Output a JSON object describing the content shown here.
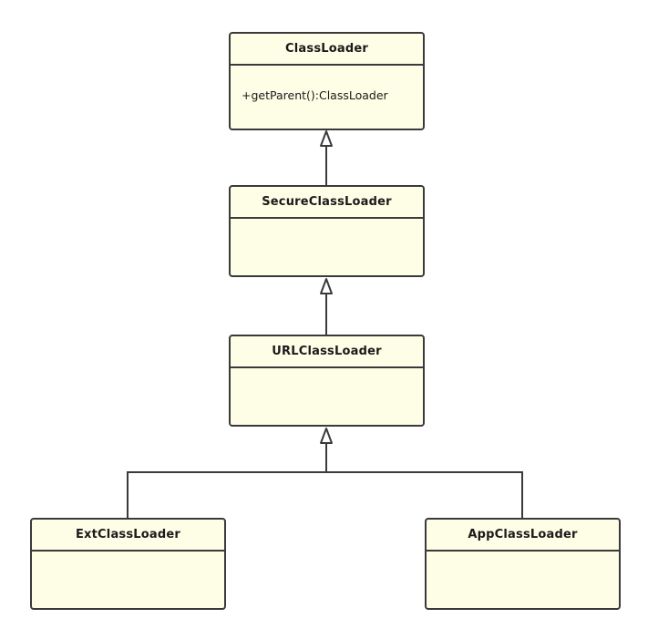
{
  "classes": {
    "classloader": {
      "name": "ClassLoader",
      "methods": [
        "+getParent():ClassLoader"
      ]
    },
    "secure": {
      "name": "SecureClassLoader"
    },
    "url": {
      "name": "URLClassLoader"
    },
    "ext": {
      "name": "ExtClassLoader"
    },
    "app": {
      "name": "AppClassLoader"
    }
  },
  "relations": [
    {
      "type": "generalization",
      "from": "SecureClassLoader",
      "to": "ClassLoader"
    },
    {
      "type": "generalization",
      "from": "URLClassLoader",
      "to": "SecureClassLoader"
    },
    {
      "type": "generalization",
      "from": "ExtClassLoader",
      "to": "URLClassLoader"
    },
    {
      "type": "generalization",
      "from": "AppClassLoader",
      "to": "URLClassLoader"
    }
  ],
  "colors": {
    "box_fill": "#fefde6",
    "stroke": "#3a3a3a"
  }
}
